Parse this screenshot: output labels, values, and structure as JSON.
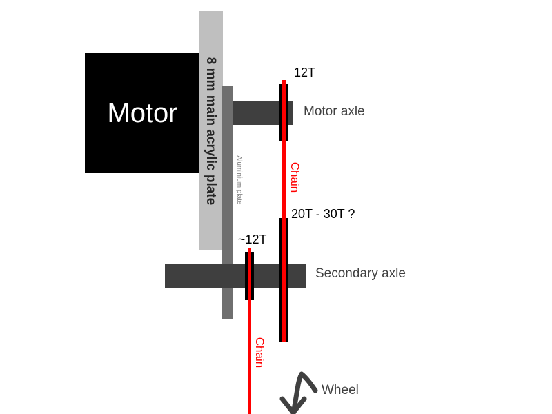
{
  "labels": {
    "motor": "Motor",
    "acrylic_plate": "8 mm main acrylic plate",
    "aluminium_plate": "Aluminium plate",
    "motor_sprocket": "12T",
    "motor_axle": "Motor axle",
    "chain_upper": "Chain",
    "large_sprocket": "20T - 30T ?",
    "small_sprocket": "~12T",
    "secondary_axle": "Secondary axle",
    "chain_lower": "Chain",
    "wheel": "Wheel"
  },
  "colors": {
    "motor": "#000000",
    "acrylic_plate": "#bfbfbf",
    "aluminium_plate": "#6f6f6f",
    "axle": "#3f3f3f",
    "chain": "#ff0000",
    "sprocket": "#000000",
    "arrow": "#404040"
  }
}
